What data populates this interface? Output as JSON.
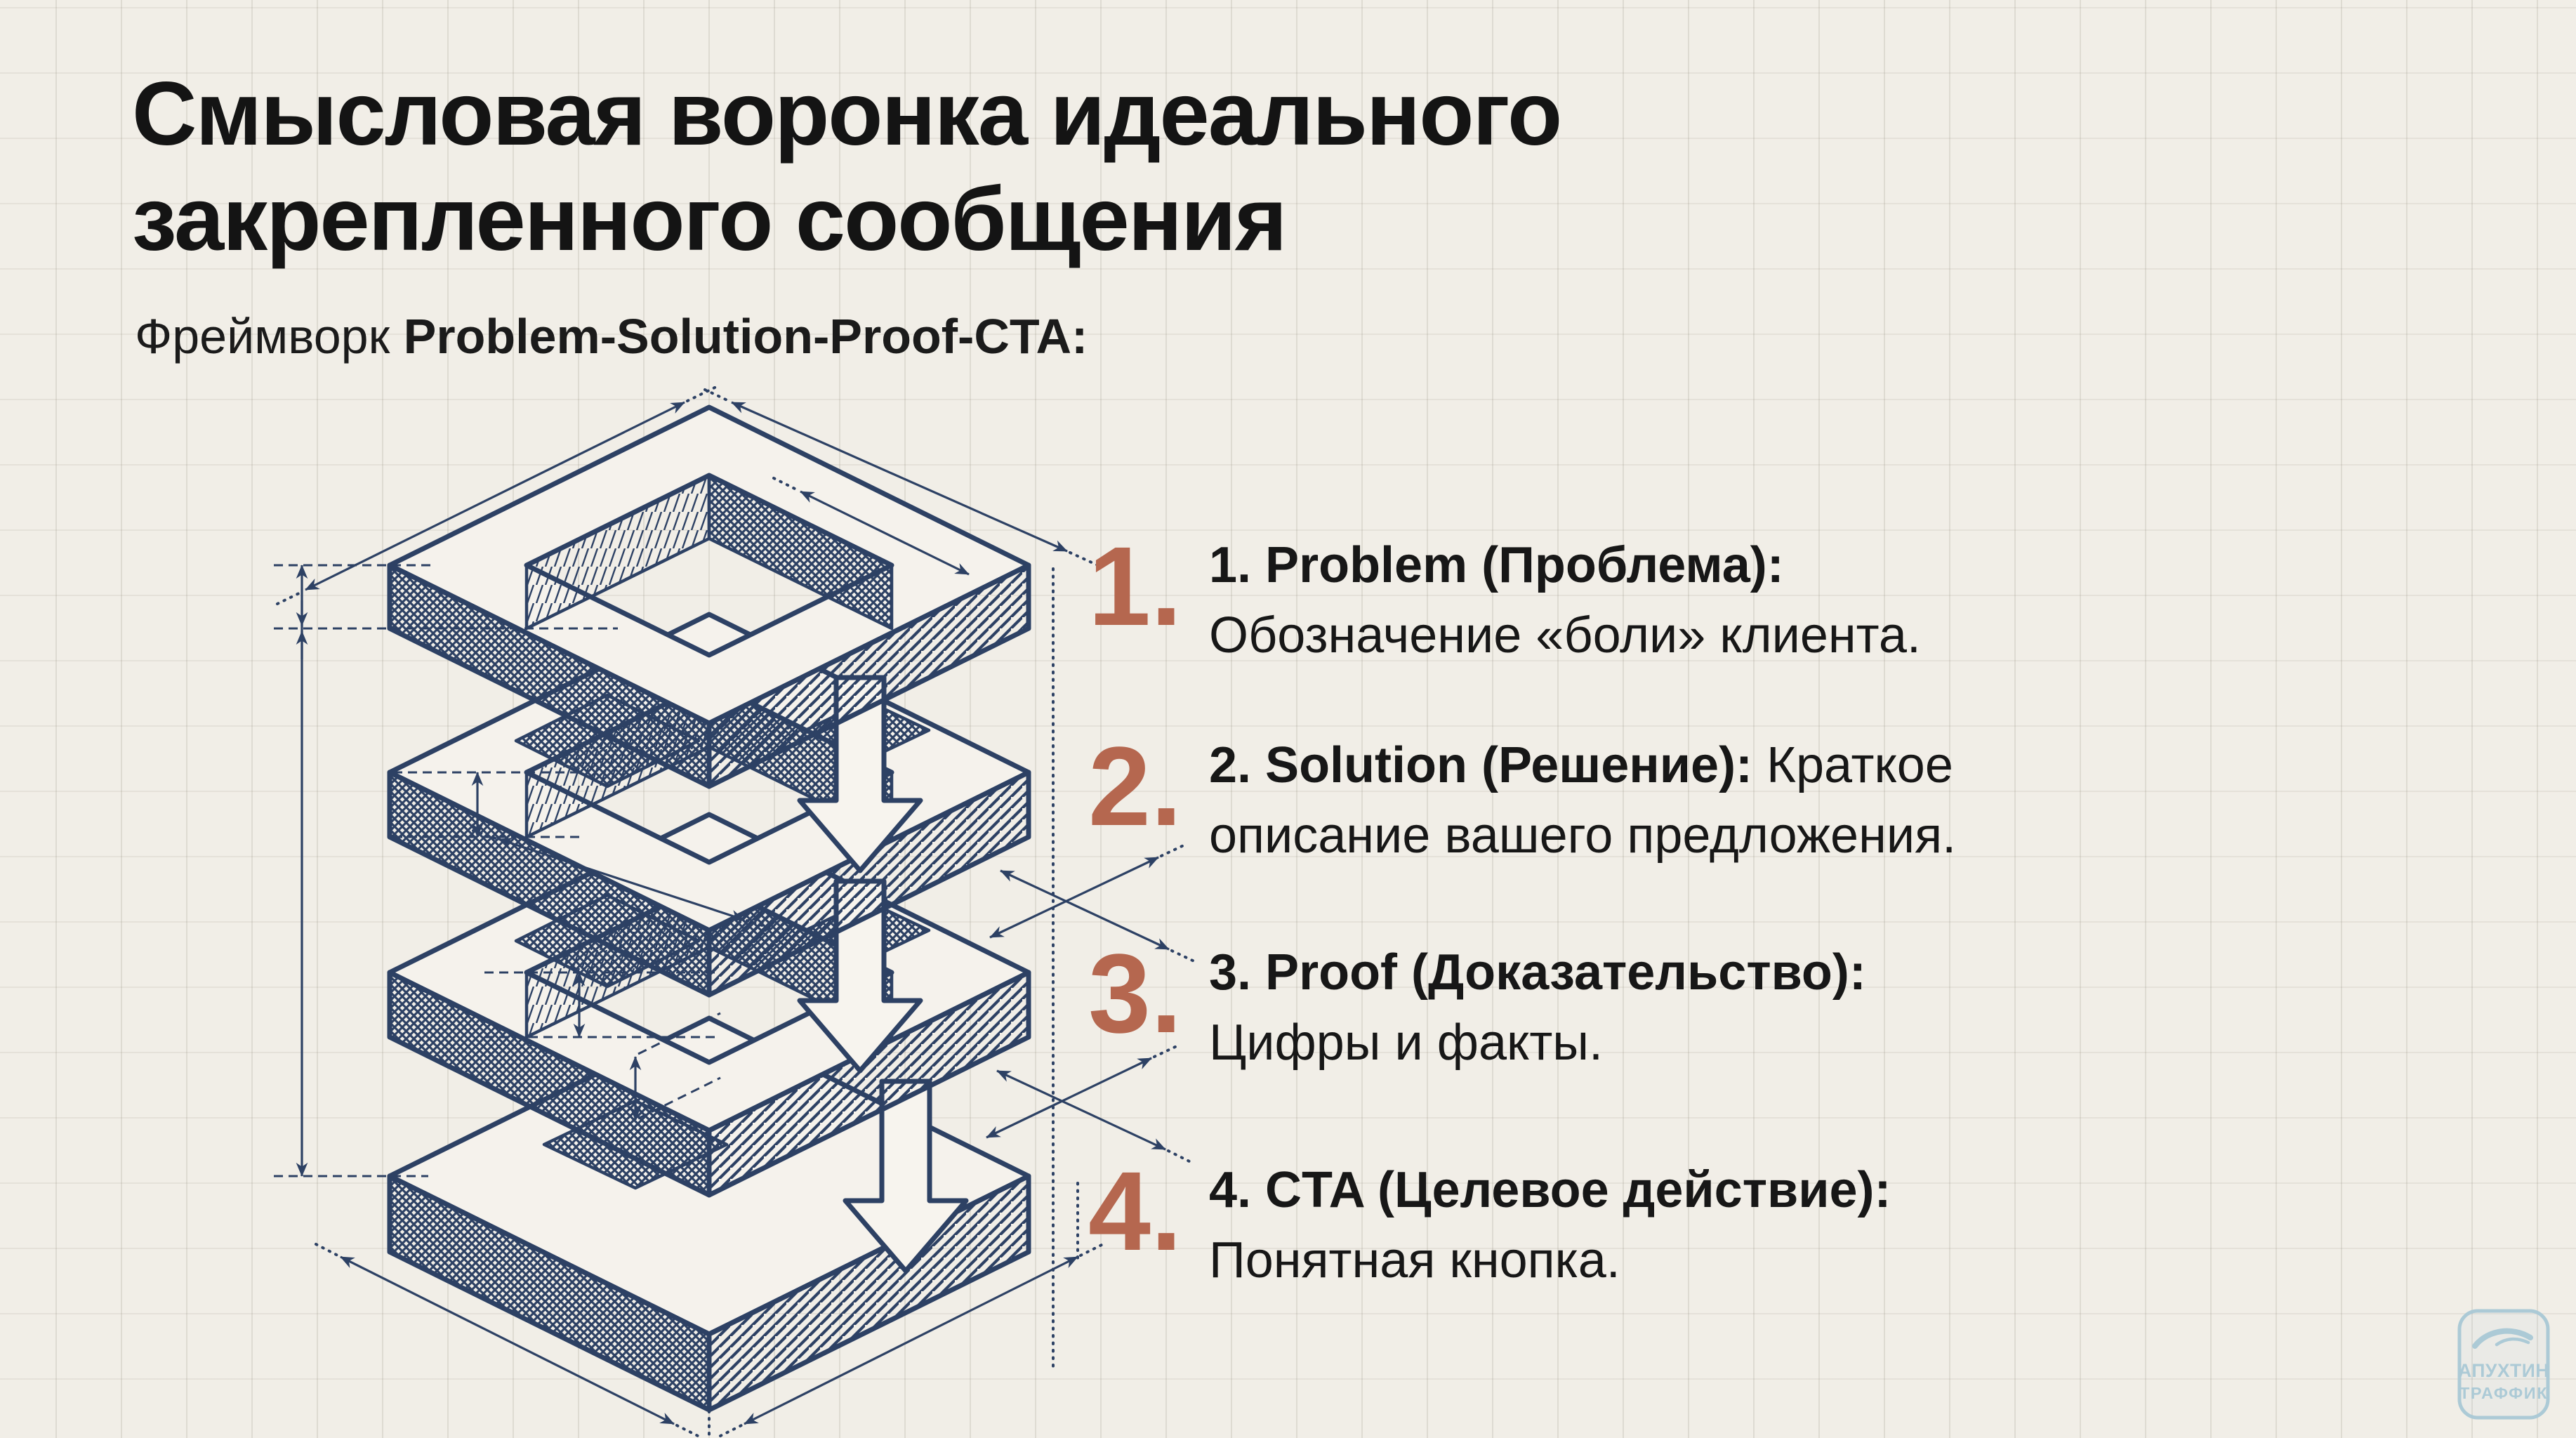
{
  "title": {
    "line1": "Смысловая воронка идеального",
    "line2": "закрепленного сообщения"
  },
  "subtitle": {
    "prefix": "Фреймворк ",
    "bold": "Problem-Solution-Proof-CTA:"
  },
  "items": [
    {
      "num": "1.",
      "bold": "1. Problem (Проблема):",
      "tail": "",
      "line2": "Обозначение «боли» клиента."
    },
    {
      "num": "2.",
      "bold": "2. Solution (Решение):",
      "tail": " Краткое",
      "line2": "описание вашего предложения."
    },
    {
      "num": "3.",
      "bold": "3. Proof (Доказательство):",
      "tail": "",
      "line2": "Цифры и факты."
    },
    {
      "num": "4.",
      "bold": "4. CTA (Целевое действие):",
      "tail": "",
      "line2": "Понятная кнопка."
    }
  ],
  "logo": {
    "line1": "АПУХТИН",
    "line2": "ТРАФФИК"
  },
  "colors": {
    "paper": "#f1eee7",
    "ink": "#151515",
    "blueprint_navy": "#2d4164",
    "accent_terracotta": "#b5674f",
    "logo_blue": "#a9c9d6"
  },
  "diagram": {
    "layers": 4,
    "down_arrows": 3
  }
}
